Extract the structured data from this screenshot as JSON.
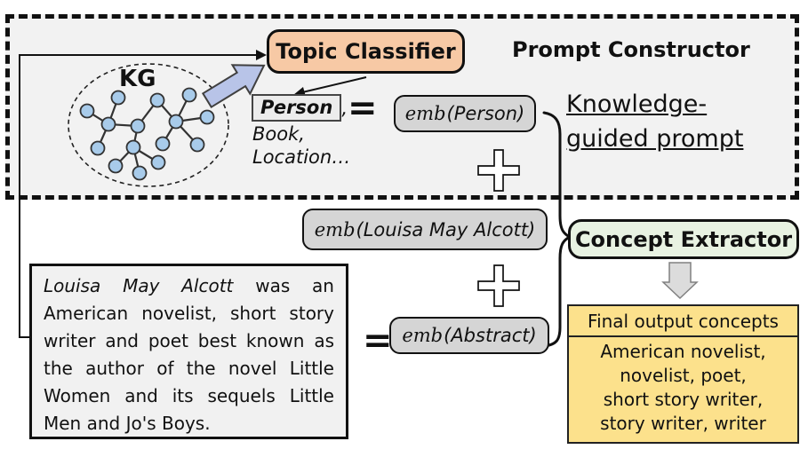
{
  "colors": {
    "panel_bg": "#F2F2F2",
    "topic_classifier_fill": "#F7C9A5",
    "concept_extractor_fill": "#E8F2E2",
    "final_output_fill": "#FCE18C",
    "emb_pill_fill": "#D5D5D5",
    "kg_node_fill": "#A8CBEA",
    "block_arrow_fill": "#B8C4E8"
  },
  "prompt_constructor": {
    "title": "Prompt Constructor"
  },
  "kg": {
    "label": "KG"
  },
  "topic_classifier": {
    "label": "Topic Classifier"
  },
  "topics": {
    "boxed": "Person",
    "boxed_suffix": ",",
    "others": [
      "Book,",
      "Location…"
    ]
  },
  "operators": {
    "equals": "=",
    "plus": "+"
  },
  "embeddings": {
    "person": {
      "fn": "emb",
      "arg": "(Person)"
    },
    "entity": {
      "fn": "emb",
      "arg": "(Louisa May Alcott)"
    },
    "abstract": {
      "fn": "emb",
      "arg": "(Abstract)"
    }
  },
  "knowledge_prompt": {
    "line1": "Knowledge-",
    "line2": "guided prompt"
  },
  "abstract": {
    "italic_lead": "Louisa May Alcott",
    "text": " was an American novelist, short story writer and poet best known as the author of the novel Little Women and its sequels Little Men and Jo's Boys."
  },
  "concept_extractor": {
    "label": "Concept Extractor"
  },
  "final_output": {
    "title": "Final output concepts",
    "items": [
      "American novelist,",
      "novelist, poet,",
      "short story writer,",
      "story writer, writer"
    ]
  }
}
